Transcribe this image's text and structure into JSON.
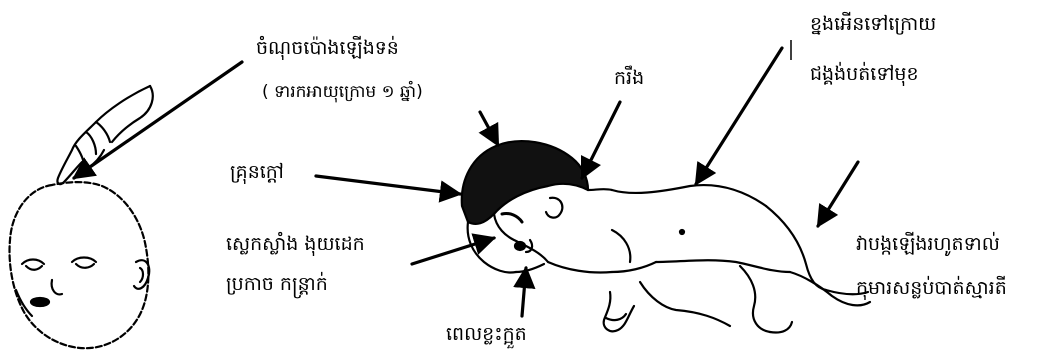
{
  "labels": {
    "fontanelle": "ចំណុចប៉ោងឡើងទន់",
    "fontanelle_note": "( ទារកអាយុក្រោម ១ ឆ្នាំ)",
    "stiff": "ករឹង",
    "back_arch_1": "ខ្នងអើនទៅក្រោយ",
    "back_arch_2": "ជង្គង់បត់ទៅមុខ",
    "fever": "គ្រុនក្តៅ",
    "drowsy_1": "ស្លេកស្លាំង ងុយដេក",
    "drowsy_2": "ប្រកាច កន្ត្រាក់",
    "vomit": "ពេលខ្លះក្អួត",
    "seizure_1": "វាបង្កឡើងរហូតទាល់",
    "seizure_2": "កុមារសន្លប់បាត់ស្មារតី"
  }
}
